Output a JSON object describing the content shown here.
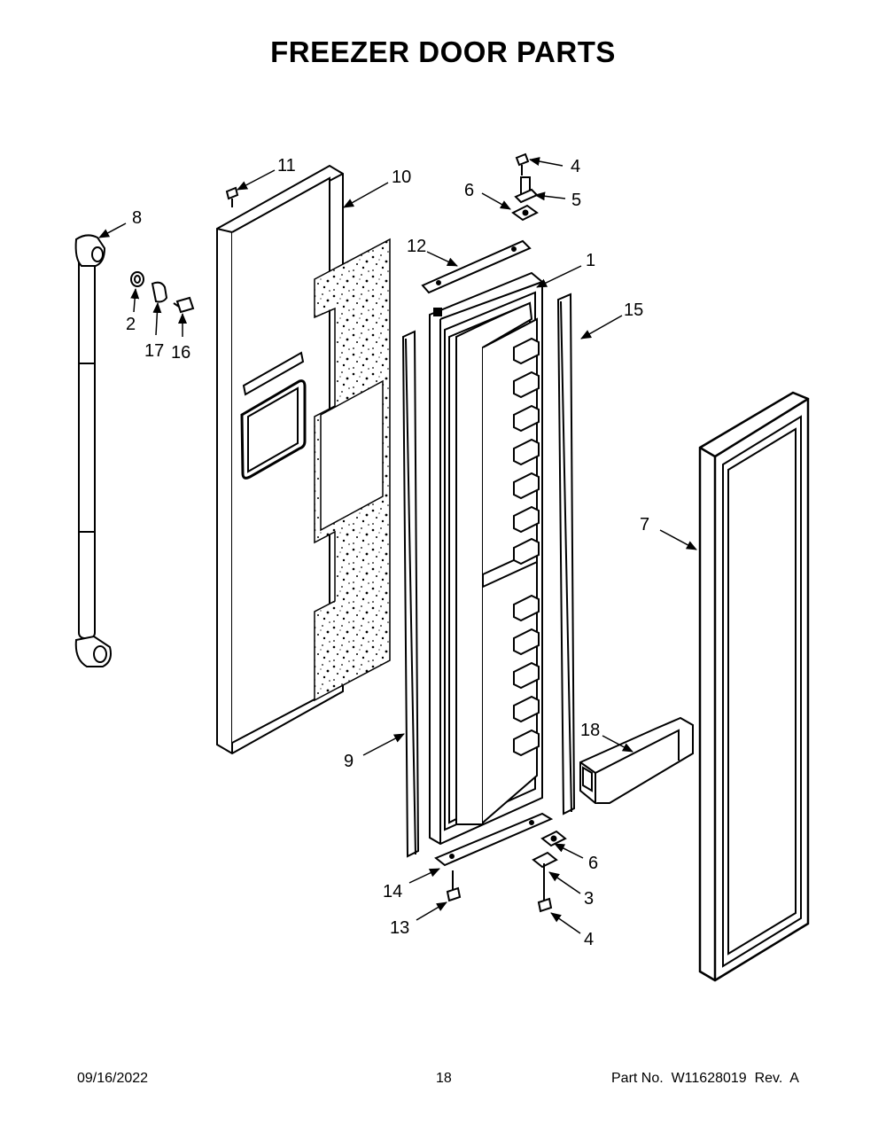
{
  "title": "FREEZER DOOR PARTS",
  "footer": {
    "date": "09/16/2022",
    "page": "18",
    "part_no": "Part No.  W11628019  Rev.  A"
  },
  "callouts": {
    "c1": "1",
    "c2": "2",
    "c3": "3",
    "c4a": "4",
    "c4b": "4",
    "c5": "5",
    "c6a": "6",
    "c6b": "6",
    "c7": "7",
    "c8": "8",
    "c9": "9",
    "c10": "10",
    "c11": "11",
    "c12": "12",
    "c13": "13",
    "c14": "14",
    "c15": "15",
    "c16": "16",
    "c17": "17",
    "c18": "18"
  }
}
